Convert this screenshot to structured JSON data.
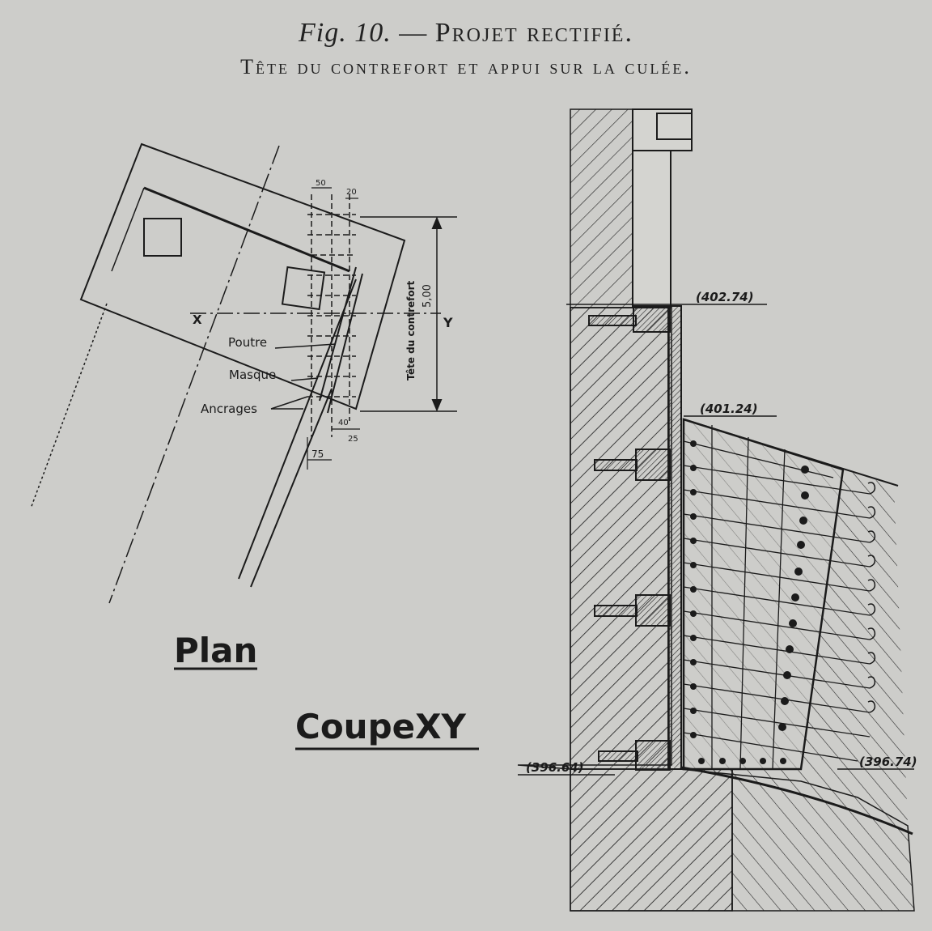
{
  "title": {
    "fig": "Fig. 10.",
    "dash": "—",
    "heading": "Projet rectifié.",
    "subtitle": "Tête du contrefort et appui sur la culée."
  },
  "plan": {
    "caption": "Plan",
    "section_caption": "CoupeXY",
    "labels": {
      "x": "X",
      "y": "Y",
      "poutre": "Poutre",
      "masque": "Masque",
      "ancrages": "Ancrages"
    },
    "dimensions": {
      "d50": "50",
      "d20": "20",
      "d40": "40",
      "d25": "25",
      "d75": "75",
      "d500": "5,00",
      "tete": "Tête du contrefort"
    }
  },
  "section": {
    "elevations": {
      "e1": "(402.74)",
      "e2": "(401.24)",
      "e3": "(396.64)",
      "e4": "(396.74)"
    }
  },
  "colors": {
    "paper": "#cdcdca",
    "ink": "#1b1b1b"
  }
}
